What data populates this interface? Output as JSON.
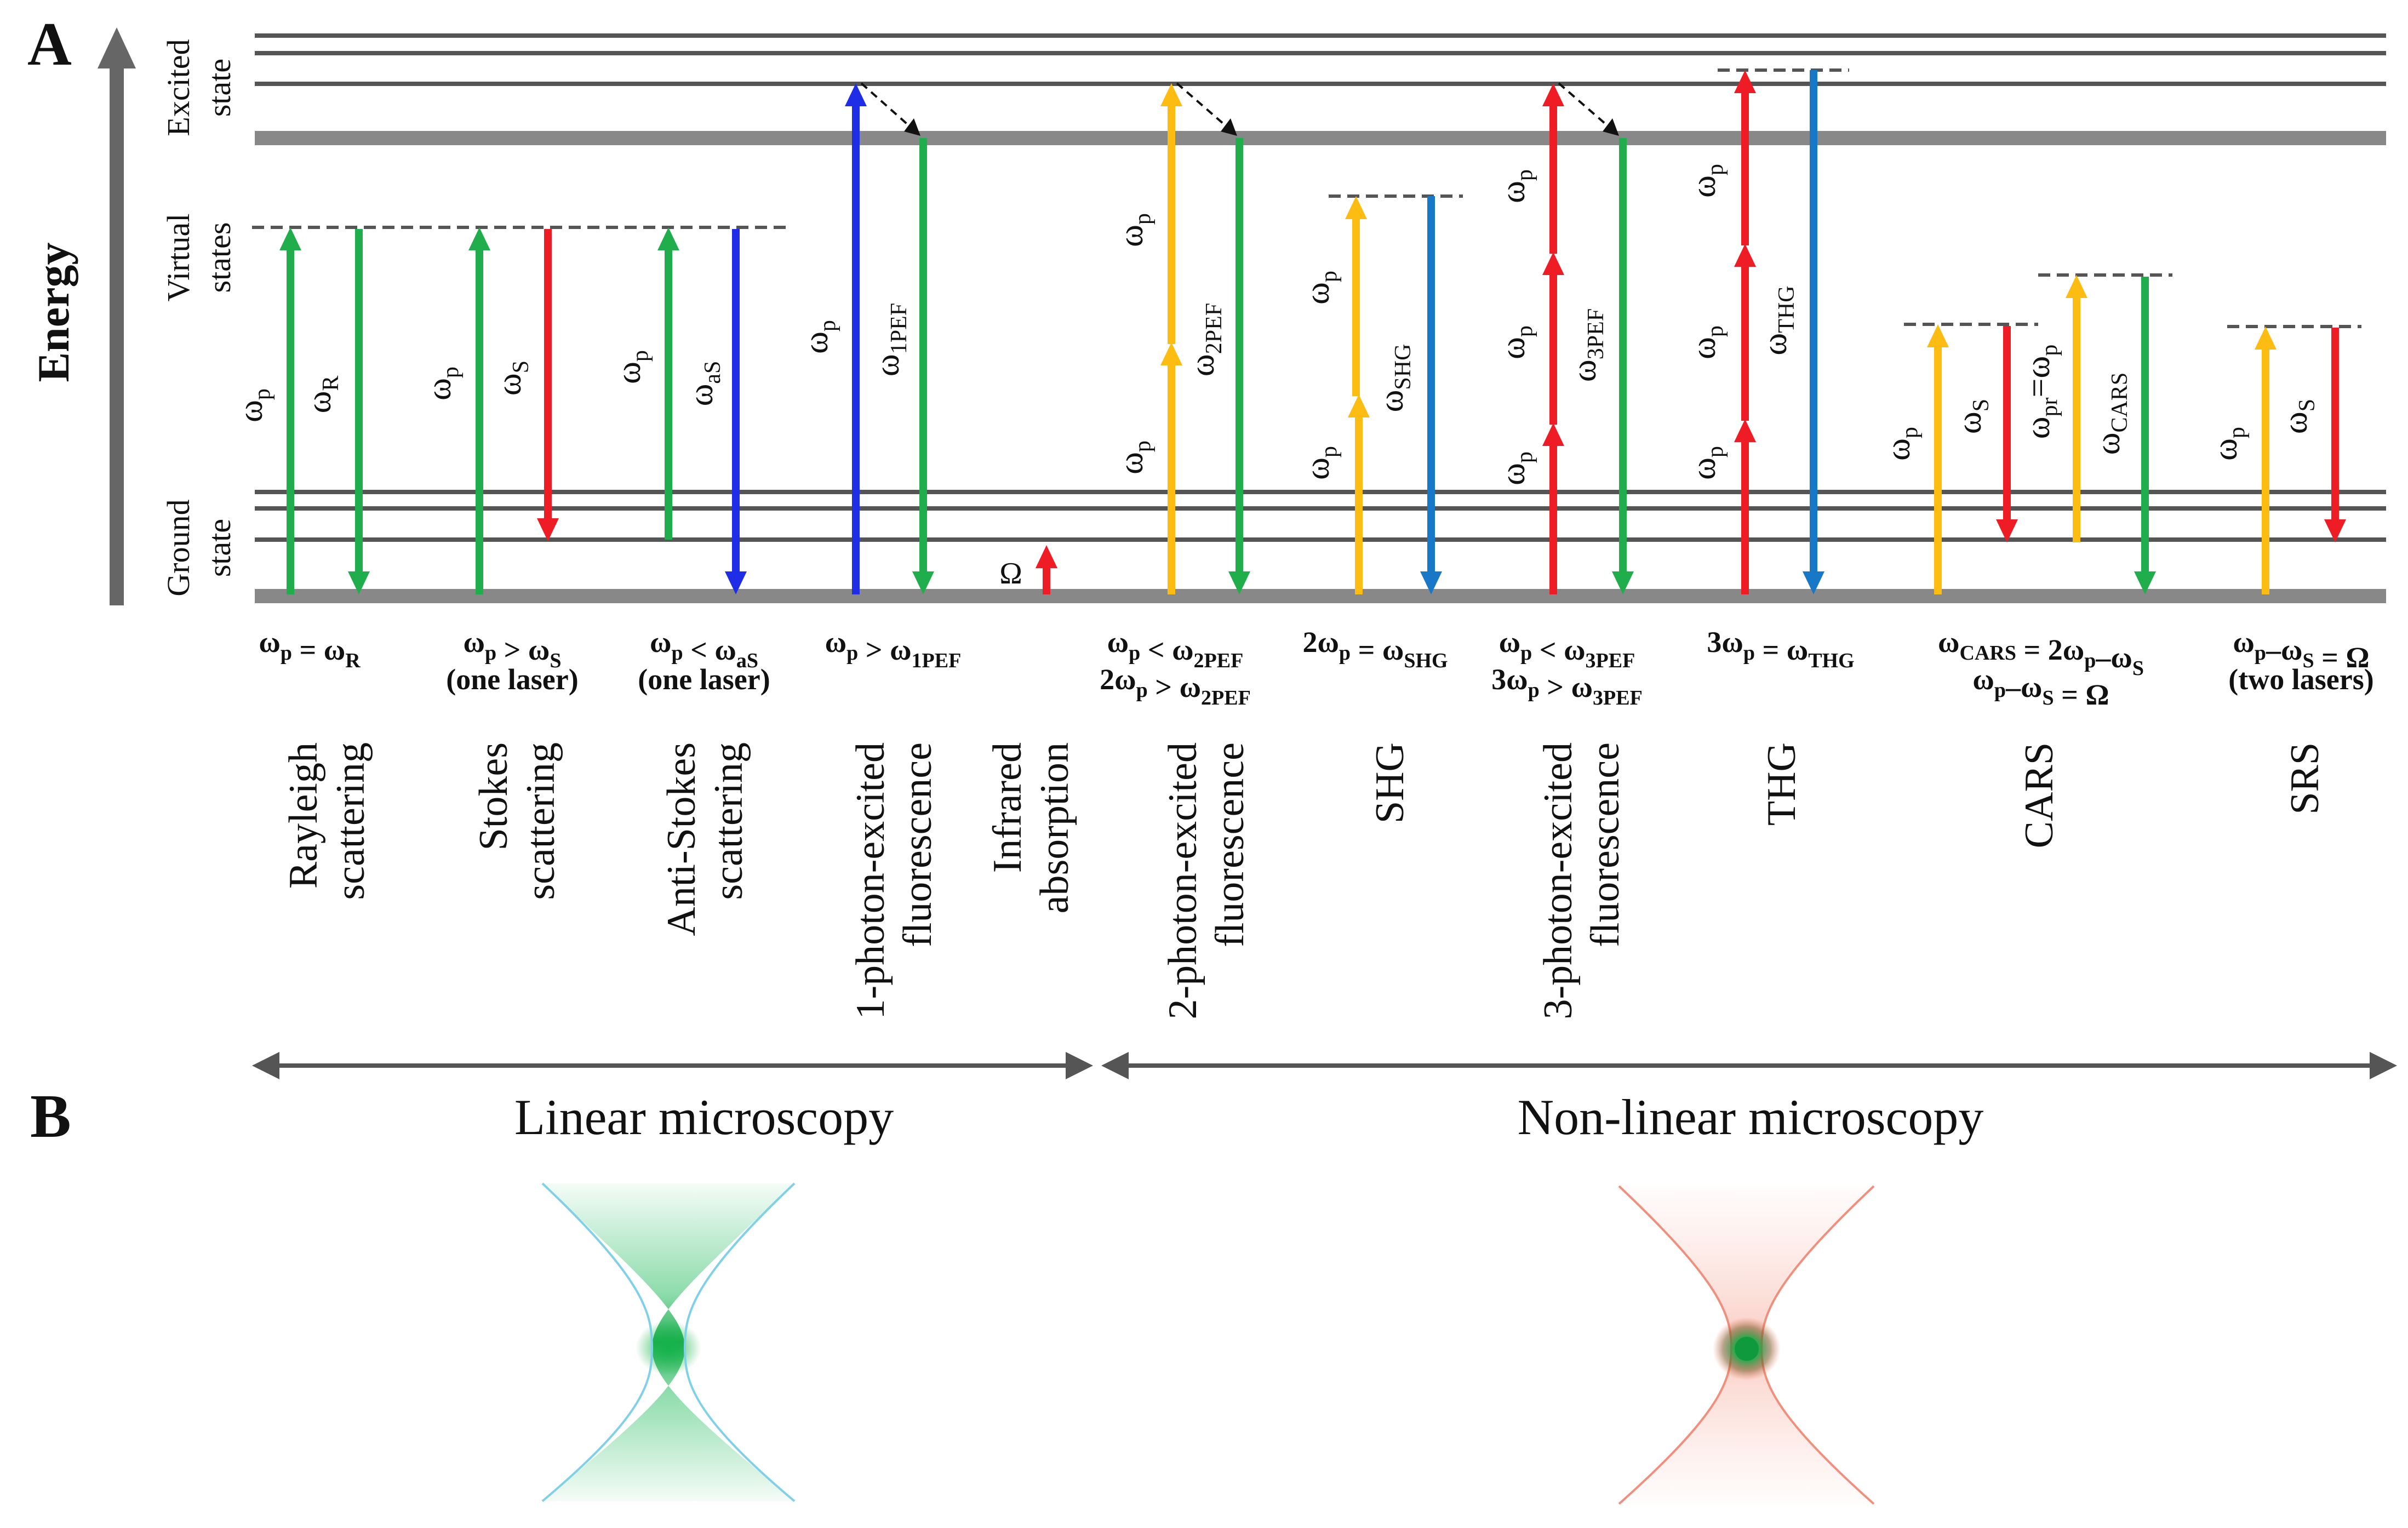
{
  "panel_labels": {
    "a": "A",
    "b": "B"
  },
  "axis": {
    "energy": "Energy"
  },
  "levels": {
    "excited_line1": "Excited",
    "excited_line2": "state",
    "virtual_line1": "Virtual",
    "virtual_line2": "states",
    "ground_line1": "Ground",
    "ground_line2": "state"
  },
  "omega": "ω",
  "big_omega": "Ω",
  "colors": {
    "green": "#1fae4b",
    "red": "#ee1c25",
    "blue": "#1f2ee6",
    "yellow": "#fcbc11",
    "azure": "#1778c8",
    "level_line": "#555555",
    "thick_level": "#8a8a8a",
    "axis": "#666666"
  },
  "processes": [
    {
      "id": "rayleigh",
      "name": [
        "Rayleigh",
        "scattering"
      ],
      "condition": [
        [
          [
            "ω",
            "p"
          ],
          [
            " = ω",
            "R"
          ]
        ]
      ]
    },
    {
      "id": "stokes",
      "name": [
        "Stokes",
        "scattering"
      ],
      "condition": [
        [
          [
            "ω",
            "p"
          ],
          [
            " > ω",
            "S"
          ]
        ],
        [
          [
            "(one laser)",
            ""
          ]
        ]
      ]
    },
    {
      "id": "anti_stokes",
      "name": [
        "Anti-Stokes",
        "scattering"
      ],
      "condition": [
        [
          [
            "ω",
            "p"
          ],
          [
            " < ω",
            "aS"
          ]
        ],
        [
          [
            "(one laser)",
            ""
          ]
        ]
      ]
    },
    {
      "id": "one_pef",
      "name": [
        "1-photon-excited",
        "fluorescence"
      ],
      "condition": [
        [
          [
            "ω",
            "p"
          ],
          [
            " > ω",
            "1PEF"
          ]
        ]
      ]
    },
    {
      "id": "infrared",
      "name": [
        "Infrared",
        "absorption"
      ],
      "condition": []
    },
    {
      "id": "two_pef",
      "name": [
        "2-photon-excited",
        "fluorescence"
      ],
      "condition": [
        [
          [
            "ω",
            "p"
          ],
          [
            " < ω",
            "2PEF"
          ]
        ],
        [
          [
            "2ω",
            "p"
          ],
          [
            " > ω",
            "2PEF"
          ]
        ]
      ]
    },
    {
      "id": "shg",
      "name": [
        "SHG"
      ],
      "condition": [
        [
          [
            "2ω",
            "p"
          ],
          [
            " = ω",
            "SHG"
          ]
        ]
      ]
    },
    {
      "id": "three_pef",
      "name": [
        "3-photon-excited",
        "fluorescence"
      ],
      "condition": [
        [
          [
            "ω",
            "p"
          ],
          [
            " < ω",
            "3PEF"
          ]
        ],
        [
          [
            "3ω",
            "p"
          ],
          [
            " > ω",
            "3PEF"
          ]
        ]
      ]
    },
    {
      "id": "thg",
      "name": [
        "THG"
      ],
      "condition": [
        [
          [
            "3ω",
            "p"
          ],
          [
            " = ω",
            "THG"
          ]
        ]
      ]
    },
    {
      "id": "cars",
      "name": [
        "CARS"
      ],
      "condition": [
        [
          [
            "ω",
            "CARS"
          ],
          [
            " = 2ω",
            "p"
          ],
          [
            "–ω",
            "S"
          ]
        ],
        [
          [
            "ω",
            "p"
          ],
          [
            "–ω",
            "S"
          ],
          [
            " = Ω",
            ""
          ]
        ]
      ]
    },
    {
      "id": "srs",
      "name": [
        "SRS"
      ],
      "condition": [
        [
          [
            "ω",
            "p"
          ],
          [
            "–ω",
            "S"
          ],
          [
            " = Ω",
            ""
          ]
        ],
        [
          [
            "(two lasers)",
            ""
          ]
        ]
      ]
    }
  ],
  "arrow_subscripts": {
    "p": "p",
    "R": "R",
    "S": "S",
    "aS": "aS",
    "1PEF": "1PEF",
    "2PEF": "2PEF",
    "SHG": "SHG",
    "3PEF": "3PEF",
    "THG": "THG",
    "pr": "pr",
    "CARS": "CARS",
    "pr_eq": "=ω"
  },
  "regimes": {
    "linear": "Linear microscopy",
    "nonlinear": "Non-linear microscopy"
  }
}
